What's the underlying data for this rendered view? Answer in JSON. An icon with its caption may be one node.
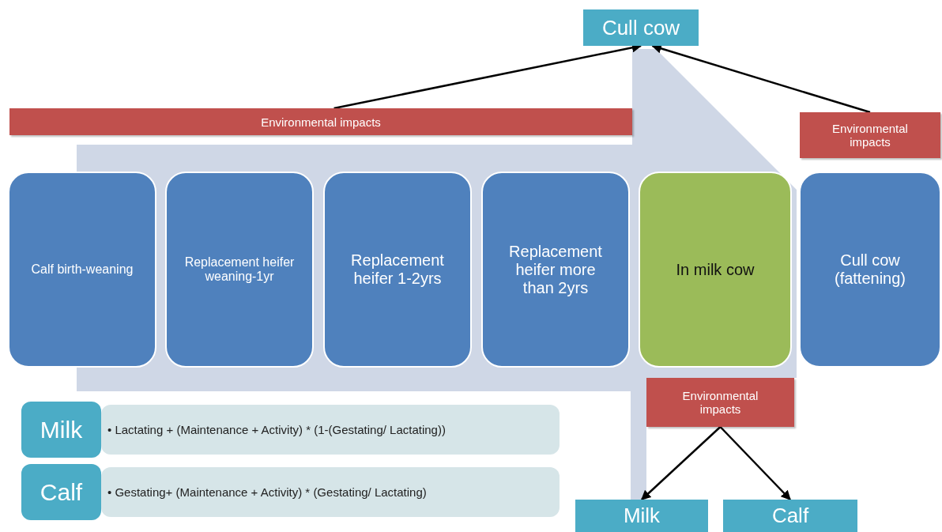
{
  "diagram": {
    "nodes": [
      {
        "text": [
          "Cull cow"
        ]
      },
      {
        "text": [
          "Environmental impacts"
        ]
      },
      {
        "text": [
          "Environmental impacts"
        ]
      },
      {
        "text": [
          "Calf birth-weaning"
        ]
      },
      {
        "text": [
          "Replacement heifer weaning-1yr"
        ]
      },
      {
        "text": [
          "Replacement heifer 1-2yrs"
        ]
      },
      {
        "text": [
          "Replacement heifer more than 2yrs"
        ]
      },
      {
        "text": [
          "In milk cow"
        ]
      },
      {
        "text": [
          "Cull cow (fattening)"
        ]
      },
      {
        "text": [
          "Environmental impacts"
        ]
      },
      {
        "text": [
          "Milk"
        ]
      },
      {
        "text": [
          "Calf"
        ]
      },
      {
        "text": [
          "Milk"
        ]
      },
      {
        "text": [
          "• Lactating + (Maintenance + Activity) * (1-(Gestating/ Lactating))"
        ]
      },
      {
        "text": [
          "Calf"
        ]
      },
      {
        "text": [
          "• Gestating+ (Maintenance + Activity) * (Gestating/ Lactating)"
        ]
      }
    ],
    "edges": [
      {
        "from": 1,
        "to": 0,
        "arrow": "to"
      },
      {
        "from": 2,
        "to": 0,
        "arrow": "to"
      },
      {
        "from": 9,
        "to": 10,
        "arrow": "to"
      },
      {
        "from": 9,
        "to": 11,
        "arrow": "to"
      }
    ]
  }
}
